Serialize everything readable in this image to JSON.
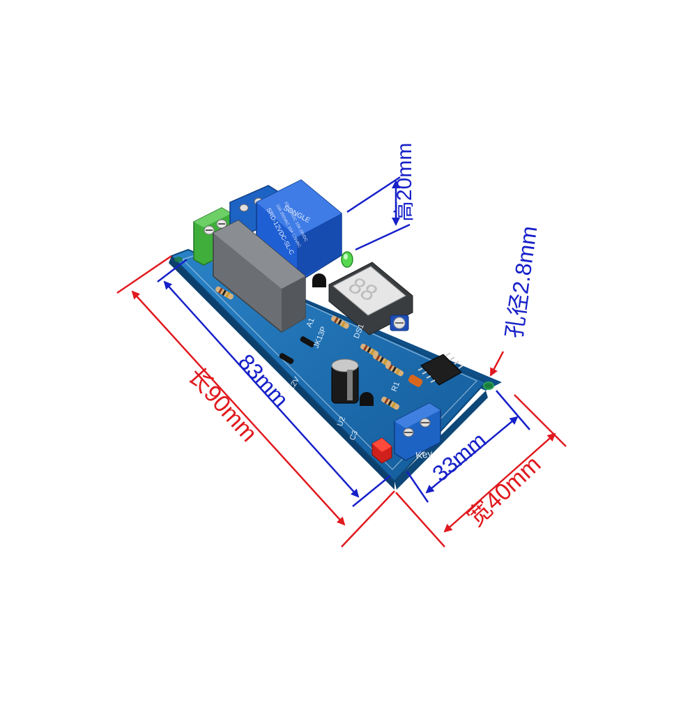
{
  "dimensions": {
    "length": "长90mm",
    "inner_length": "83mm",
    "height": "高20mm",
    "hole": "孔径2.8mm",
    "inner_width": "33mm",
    "width": "宽40mm"
  },
  "board": {
    "relay_brand": "SONGLE",
    "relay_model": "SRD-12VDC-SL-C",
    "relay_rating_1": "10A 250VAC 10A 125VAC",
    "relay_rating_2": "10A 30VDC 10A 28VDC",
    "key_label": "Key",
    "silk_1": "12V",
    "silk_2": "JK13P",
    "silk_3": "A1",
    "silk_4": "R1",
    "silk_5": "C3",
    "silk_6": "U2",
    "silk_7": "DS1"
  },
  "colors": {
    "red_dimension": "#e0191e",
    "blue_dimension": "#1620c8",
    "pcb": "#1a6fb5"
  }
}
